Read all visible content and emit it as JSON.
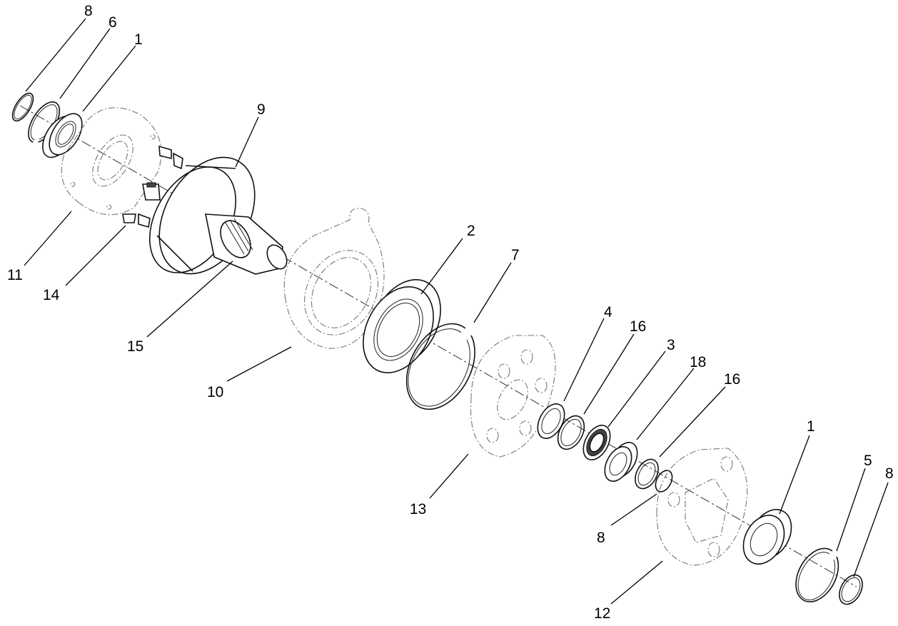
{
  "diagram": {
    "type": "exploded-parts-view",
    "callouts": [
      {
        "id": "c8a",
        "label": "8"
      },
      {
        "id": "c6",
        "label": "6"
      },
      {
        "id": "c1a",
        "label": "1"
      },
      {
        "id": "c9",
        "label": "9"
      },
      {
        "id": "c11",
        "label": "11"
      },
      {
        "id": "c14",
        "label": "14"
      },
      {
        "id": "c15",
        "label": "15"
      },
      {
        "id": "c2",
        "label": "2"
      },
      {
        "id": "c7",
        "label": "7"
      },
      {
        "id": "c10",
        "label": "10"
      },
      {
        "id": "c4",
        "label": "4"
      },
      {
        "id": "c16a",
        "label": "16"
      },
      {
        "id": "c3",
        "label": "3"
      },
      {
        "id": "c18",
        "label": "18"
      },
      {
        "id": "c16b",
        "label": "16"
      },
      {
        "id": "c13",
        "label": "13"
      },
      {
        "id": "c1b",
        "label": "1"
      },
      {
        "id": "c5",
        "label": "5"
      },
      {
        "id": "c8b",
        "label": "8"
      },
      {
        "id": "c8c",
        "label": "8"
      },
      {
        "id": "c12",
        "label": "12"
      }
    ]
  }
}
